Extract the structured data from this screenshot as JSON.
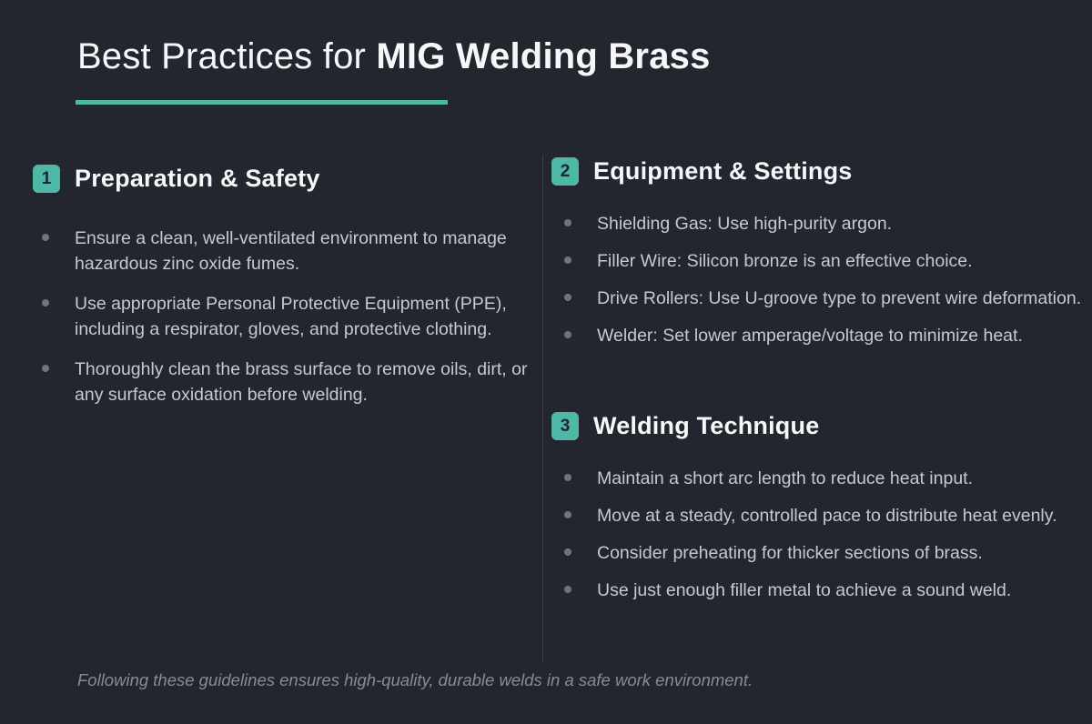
{
  "page": {
    "title_regular": "Best Practices for ",
    "title_bold": "MIG Welding Brass",
    "footer_note": "Following these guidelines ensures high-quality, durable welds in a safe work environment."
  },
  "colors": {
    "background": "#24262f",
    "accent_teal": "#4db8a6",
    "heading_text": "#f6f7f9",
    "body_text": "#c6c9d0",
    "muted_text": "#868b95",
    "divider": "#3e414b"
  },
  "sections": [
    {
      "number": "1",
      "title": "Preparation & Safety",
      "bullets": [
        "Ensure a clean, well-ventilated environment to manage hazardous zinc oxide fumes.",
        "Use appropriate Personal Protective Equipment (PPE), including a respirator, gloves, and protective clothing.",
        "Thoroughly clean the brass surface to remove oils, dirt, or any surface oxidation before welding."
      ]
    },
    {
      "number": "2",
      "title": "Equipment & Settings",
      "bullets": [
        "Shielding Gas: Use high-purity argon.",
        "Filler Wire: Silicon bronze is an effective choice.",
        "Drive Rollers: Use U-groove type to prevent wire deformation.",
        "Welder: Set lower amperage/voltage to minimize heat."
      ]
    },
    {
      "number": "3",
      "title": "Welding Technique",
      "bullets": [
        "Maintain a short arc length to reduce heat input.",
        "Move at a steady, controlled pace to distribute heat evenly.",
        "Consider preheating for thicker sections of brass.",
        "Use just enough filler metal to achieve a sound weld."
      ]
    }
  ]
}
